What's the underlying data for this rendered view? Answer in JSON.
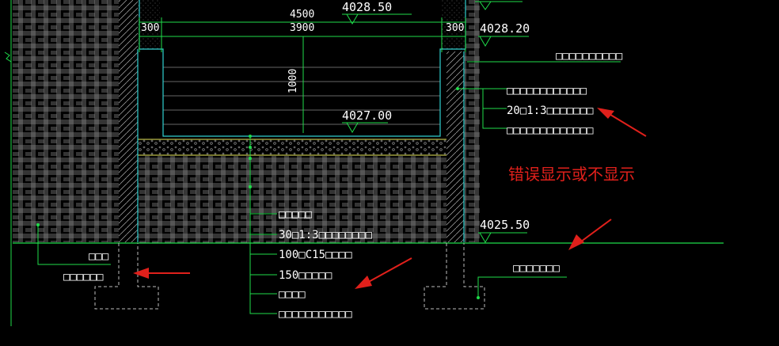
{
  "dimensions": {
    "top": "4500",
    "inner": "3900",
    "left_wall": "300",
    "right_wall": "300",
    "depth": "1000"
  },
  "elevations": {
    "top_right_a": "4028.50",
    "top_right_b": "4028.20",
    "pit_floor": "4027.00",
    "ground": "4025.50"
  },
  "labels": {
    "wall_top_note": "□□□□□□□□□□",
    "right_note_1": "□□□□□□□□□□□□",
    "right_note_2": "20□1:3□□□□□□□",
    "right_note_3": "□□□□□□□□□□□□□",
    "floor_layer_1": "□□□□□",
    "floor_layer_2": "30□1:3□□□□□□□□",
    "floor_layer_3": "100□C15□□□□",
    "floor_layer_4": "150□□□□□",
    "floor_layer_5": "□□□□",
    "floor_layer_6": "□□□□□□□□□□□",
    "left_note_1": "□□□",
    "left_note_2": "□□□□□□",
    "footing_note": "□□□□□□□"
  },
  "annotation": {
    "text": "错误显示或不显示",
    "color": "#e0201b"
  },
  "colors": {
    "background": "#000000",
    "line_green": "#1fdc4a",
    "line_cyan": "#30d0d0",
    "hatch_white": "#c8c8c8",
    "arrow_red": "#e0201b"
  }
}
